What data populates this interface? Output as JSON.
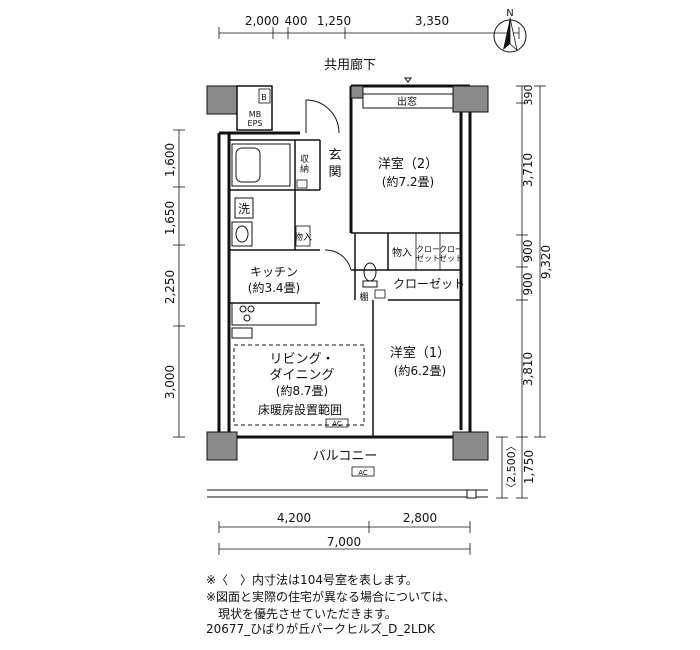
{
  "dims_top": [
    "2,000",
    "400",
    "1,250",
    "3,350"
  ],
  "dims_left": [
    "1,600",
    "1,650",
    "2,250",
    "3,000"
  ],
  "dims_right": [
    "390",
    "3,710",
    "900",
    "900",
    "3,810",
    "〈2,500〉",
    "1,750"
  ],
  "dim_right_total": "9,320",
  "dims_bottom": [
    "4,200",
    "2,800"
  ],
  "dim_bottom_total": "7,000",
  "corridor": "共用廊下",
  "north": "N",
  "rooms": {
    "mb_eps": [
      "MB",
      "EPS"
    ],
    "b": "B",
    "demado": "出窓",
    "genkan": [
      "玄",
      "関"
    ],
    "shuno": [
      "収",
      "納"
    ],
    "yoshitsu2": [
      "洋室（2）",
      "(約7.2畳)"
    ],
    "sen": "洗",
    "monoire": "物入",
    "closet_small": [
      "クロー",
      "ゼット"
    ],
    "kitchen": [
      "キッチン",
      "(約3.4畳)"
    ],
    "closet": "クローゼット",
    "tana": "棚",
    "yoshitsu1": [
      "洋室（1）",
      "(約6.2畳)"
    ],
    "ldk": [
      "リビング・",
      "ダイニング",
      "(約8.7畳)"
    ],
    "floor_heating": "床暖房設置範囲",
    "ac": "AC",
    "balcony": "バルコニー",
    "ac_balcony": "AC"
  },
  "notes": [
    "※〈　〉内寸法は104号室を表します。",
    "※図面と実際の住宅が異なる場合については、",
    "　現状を優先させていただきます。"
  ],
  "plan_code": "20677_ひばりが丘パークヒルズ_D_2LDK"
}
